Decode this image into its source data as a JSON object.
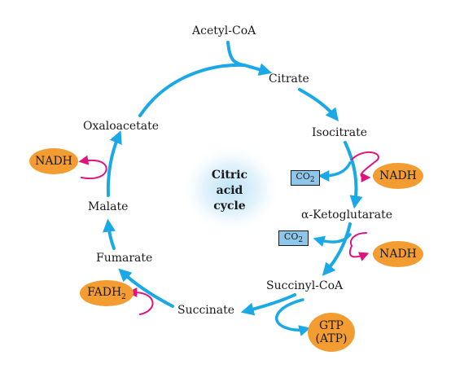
{
  "cycle": {
    "center_line1": "Citric",
    "center_line2": "acid",
    "center_line3": "cycle"
  },
  "intermediates": {
    "acetyl_coa": "Acetyl-CoA",
    "citrate": "Citrate",
    "isocitrate": "Isocitrate",
    "ketoglutarate": "α-Ketoglutarate",
    "succinyl_coa": "Succinyl-CoA",
    "succinate": "Succinate",
    "fumarate": "Fumarate",
    "malate": "Malate",
    "oxaloacetate": "Oxaloacetate"
  },
  "products": {
    "nadh_1": "NADH",
    "nadh_2": "NADH",
    "nadh_3": "NADH",
    "co2_1_main": "CO",
    "co2_1_sub": "2",
    "co2_2_main": "CO",
    "co2_2_sub": "2",
    "fadh2_main": "FADH",
    "fadh2_sub": "2",
    "gtp": "GTP",
    "atp": "(ATP)"
  },
  "colors": {
    "cycle_arrow": "#1aa9e6",
    "side_arrow": "#e0137d",
    "oval_fill": "#f39c32",
    "co2_box_fill": "#8ec7ea",
    "center_glow": "#cfe9f8"
  }
}
